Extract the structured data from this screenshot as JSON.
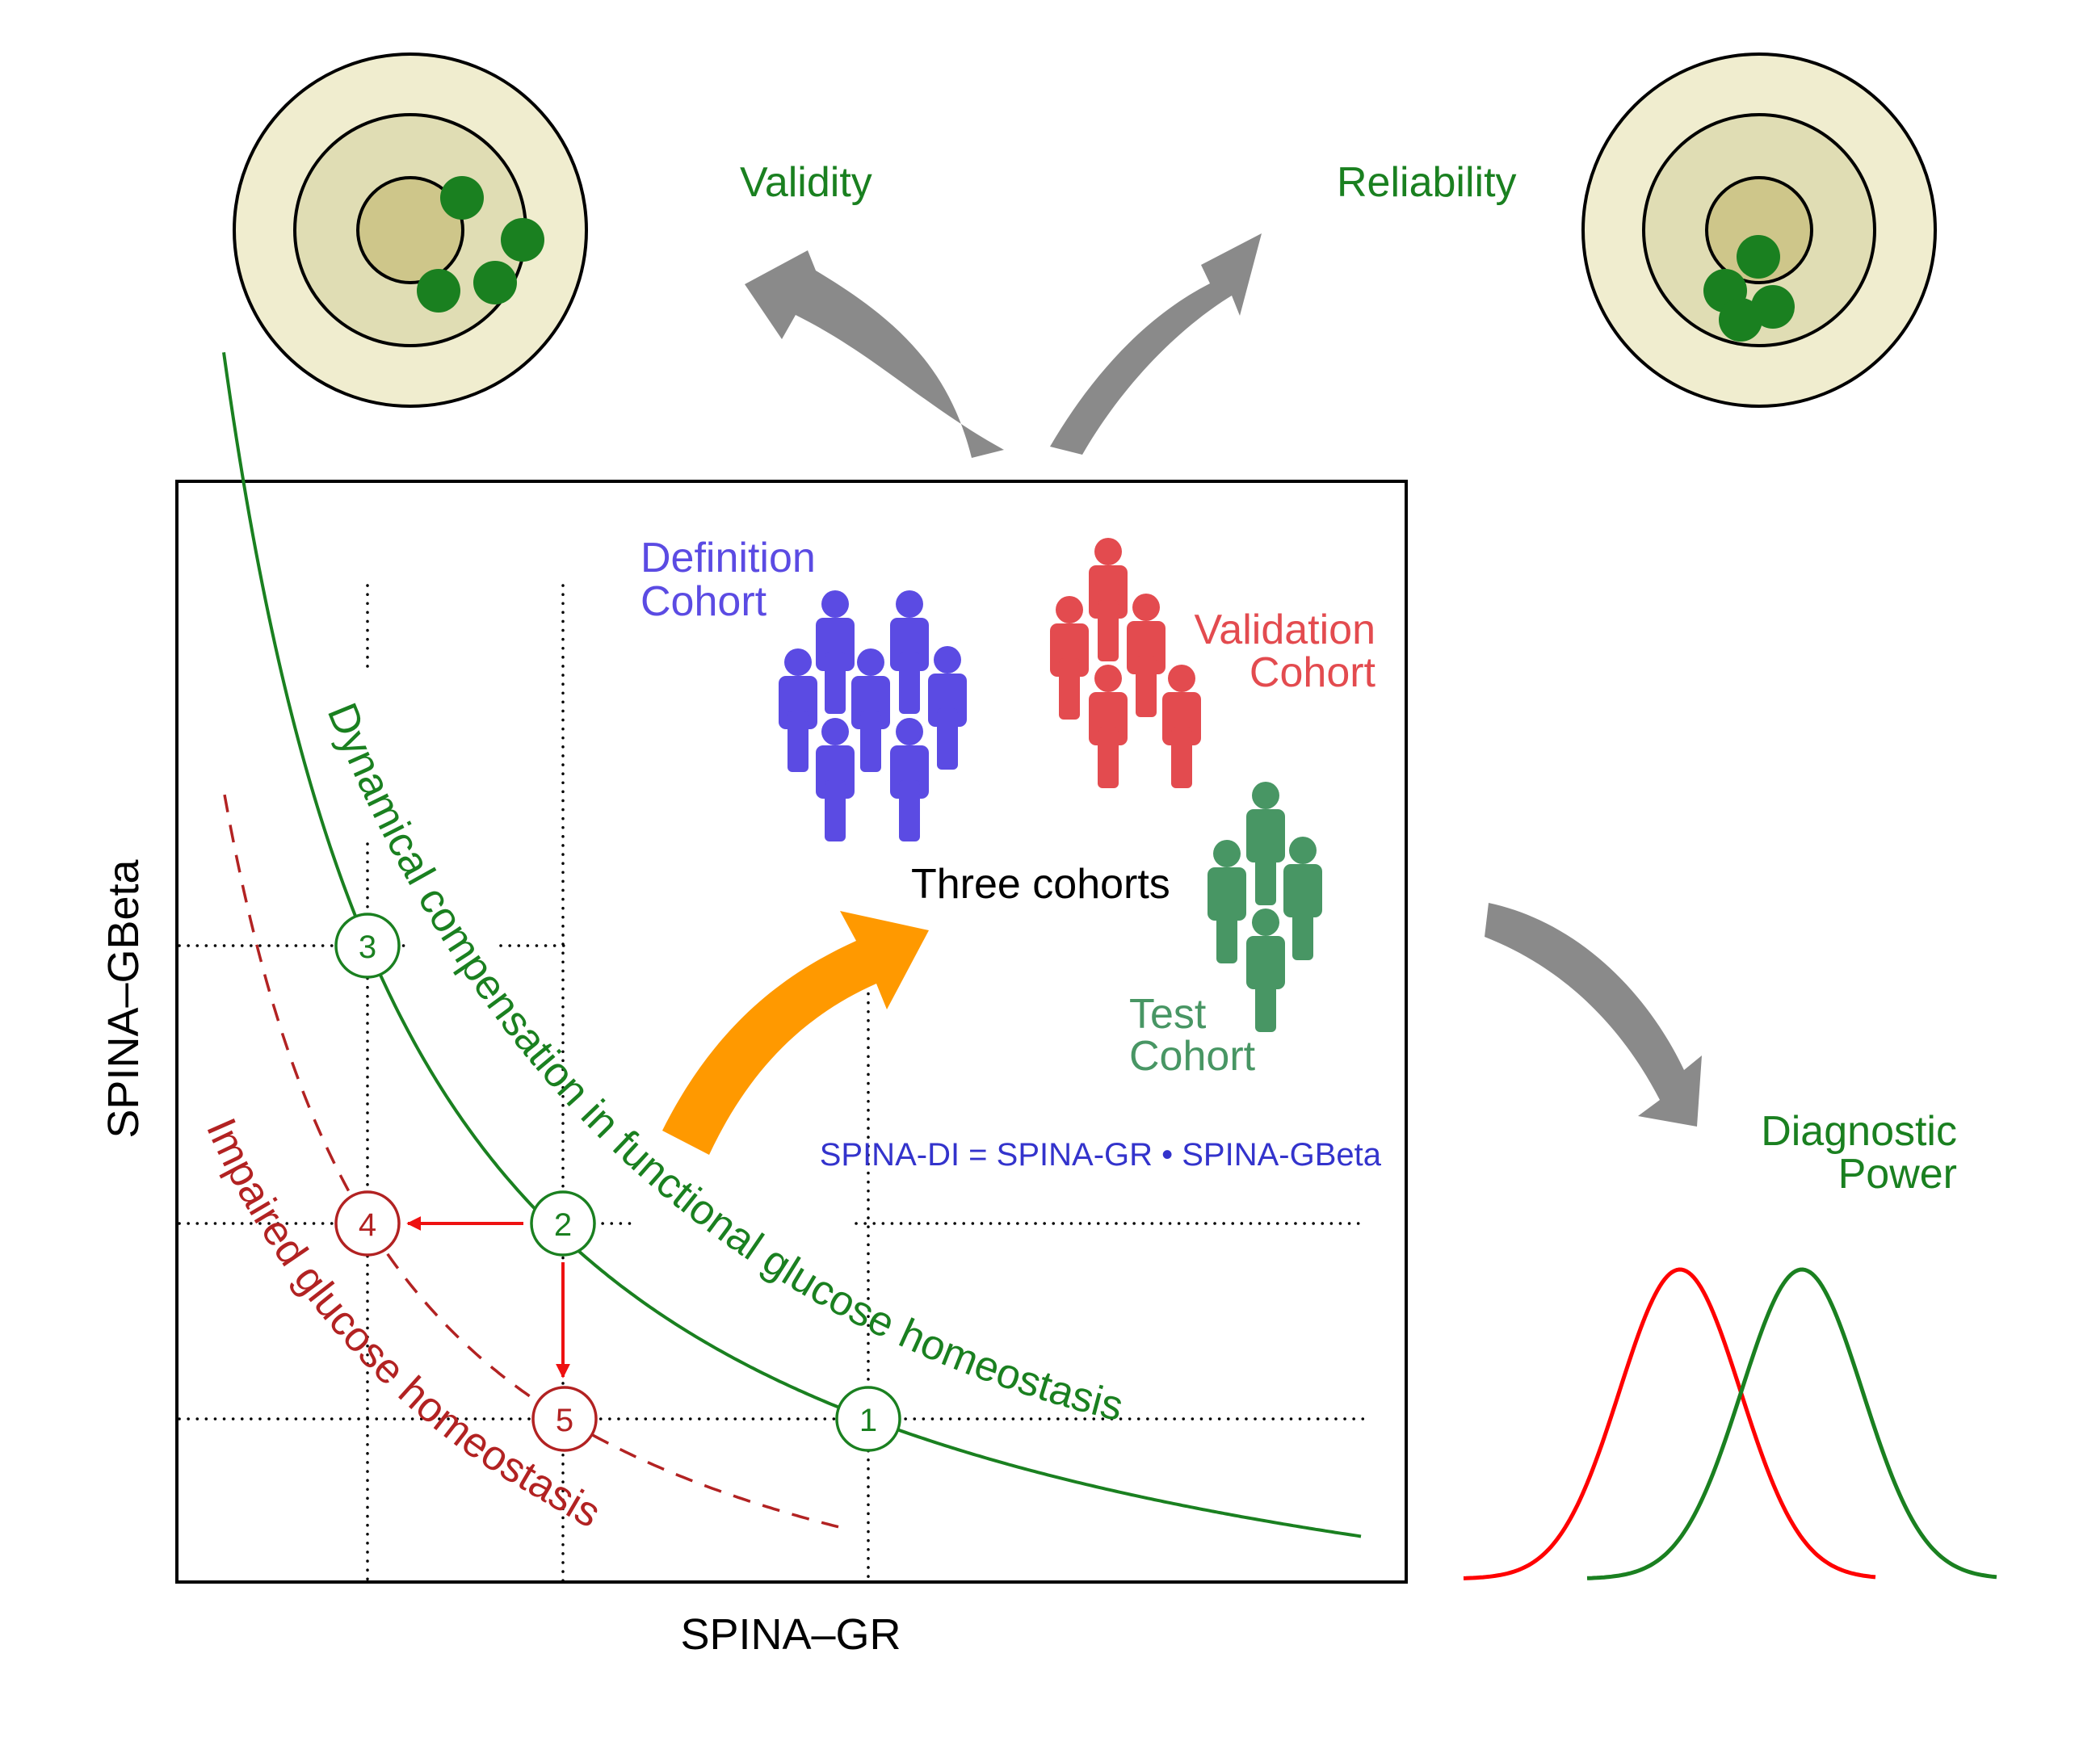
{
  "figure": {
    "top_left": {
      "label": "Validity",
      "label_color": "#1a8020",
      "target_rings_colors": [
        "#f0edcf",
        "#e0ddb4",
        "#cec68a"
      ],
      "hit_color": "#1a8020",
      "hits": 4
    },
    "top_right": {
      "label": "Reliability",
      "label_color": "#1a8020",
      "hits": 4
    },
    "right": {
      "label_line1": "Diagnostic",
      "label_line2": "Power",
      "label_color": "#1a8020",
      "distributions": [
        {
          "name": "impaired",
          "color": "#ff0000"
        },
        {
          "name": "healthy",
          "color": "#1a8020"
        }
      ]
    },
    "arrow_color": "#8a8a8a",
    "orange_arrow_color": "#ff9900"
  },
  "plot": {
    "x_label": "SPINA–GR",
    "y_label": "SPINA–GBeta",
    "green_curve_label": "Dynamical compensation in functional glucose homeostasis",
    "red_curve_label": "Impaired glucose homeostasis",
    "green_color": "#1a8020",
    "red_color": "#b22222",
    "arrow_red": "#ee1111",
    "points": [
      {
        "id": "1",
        "curve": "compensation"
      },
      {
        "id": "2",
        "curve": "compensation"
      },
      {
        "id": "3",
        "curve": "compensation"
      },
      {
        "id": "4",
        "curve": "impaired"
      },
      {
        "id": "5",
        "curve": "impaired"
      }
    ],
    "formula": "SPINA-DI = SPINA-GR • SPINA-GBeta",
    "formula_color": "#3333cc",
    "center_label": "Three cohorts"
  },
  "cohorts": [
    {
      "name_line1": "Definition",
      "name_line2": "Cohort",
      "color": "#5b4be3",
      "people": 7
    },
    {
      "name_line1": "Validation",
      "name_line2": "Cohort",
      "color": "#e34b4f",
      "people": 5
    },
    {
      "name_line1": "Test",
      "name_line2": "Cohort",
      "color": "#489664",
      "people": 4
    }
  ]
}
